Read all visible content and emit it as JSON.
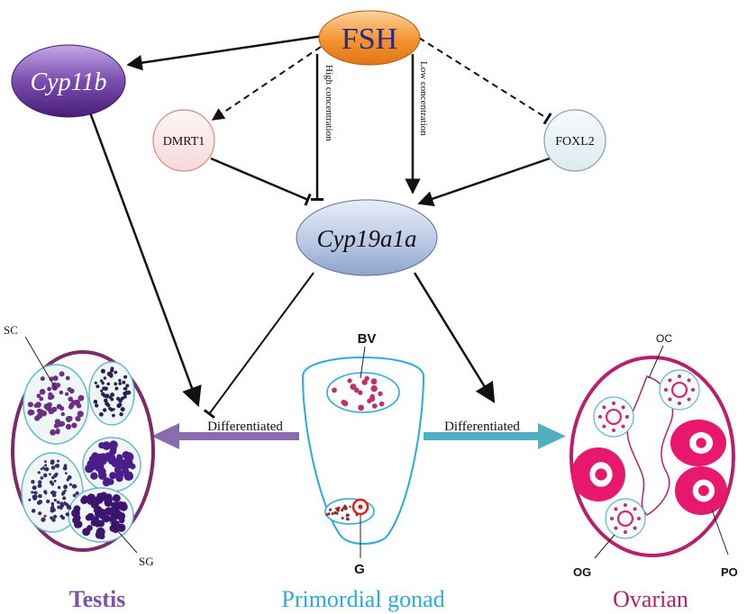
{
  "nodes": {
    "fsh": "FSH",
    "cyp11b": "Cyp11b",
    "dmrt1": "DMRT1",
    "foxl2": "FOXL2",
    "cyp19a1a": "Cyp19a1a"
  },
  "edge_labels": {
    "high": "High concentration",
    "low": "Low concentration",
    "diff_left": "Differentiated",
    "diff_right": "Differentiated"
  },
  "gonad_labels": {
    "testis": "Testis",
    "primordial": "Primordial gonad",
    "ovarian": "Ovarian"
  },
  "cell_labels": {
    "sc": "SC",
    "sg": "SG",
    "bv": "BV",
    "g": "G",
    "oc": "OC",
    "og": "OG",
    "po": "PO"
  },
  "colors": {
    "testis": "#7b52a8",
    "primordial": "#29abe2",
    "ovarian": "#b8206e",
    "fsh_fill": "#f08a2a",
    "cyp11b_fill": "#5a2a86",
    "cyp19_fill": "#9fb2d6",
    "arrow_left": "#8a6bb0",
    "arrow_right": "#4fb0c0"
  }
}
